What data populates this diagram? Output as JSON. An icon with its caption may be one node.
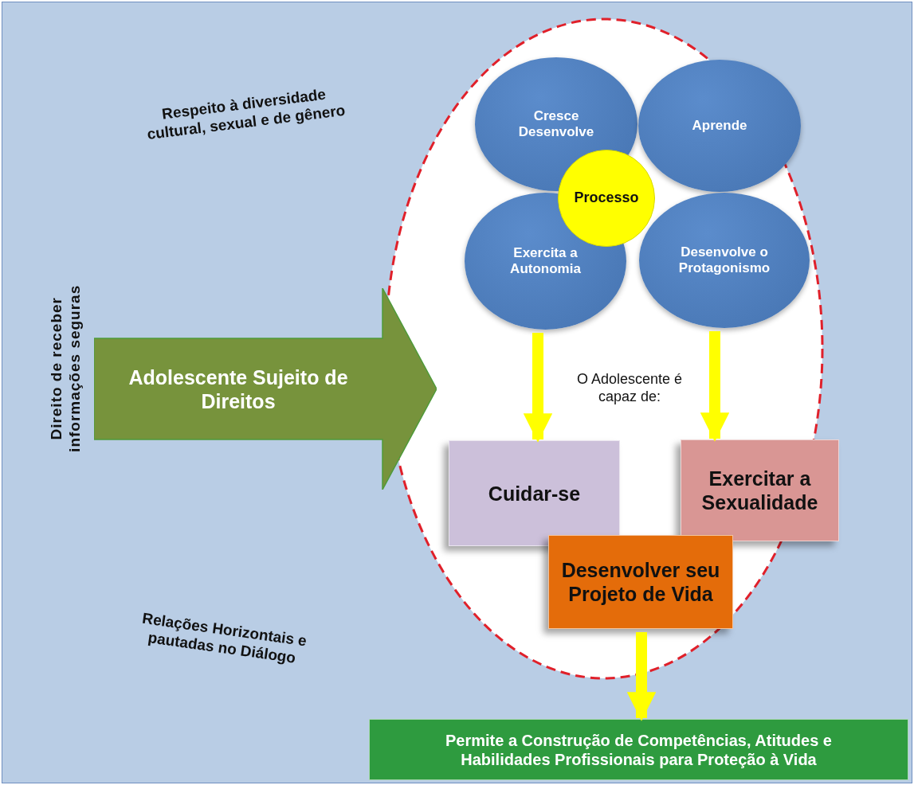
{
  "diagram": {
    "nodes": [
      {
        "text": [],
        "shape": "ellipse"
      },
      {
        "text": [
          "Cresce Desenvolve"
        ],
        "in": 0
      },
      {
        "text": [
          "Aprende"
        ],
        "in": 0
      },
      {
        "text": [
          "Exercita a Autonomia"
        ],
        "in": 0
      },
      {
        "text": [
          "Desenvolve o Protagonismo"
        ],
        "in": 0
      },
      {
        "text": [
          "Processo"
        ],
        "in": 0
      },
      {
        "text": [
          "Cuidar-se"
        ],
        "in": 0
      },
      {
        "text": [
          "Exercitar a Sexualidade"
        ],
        "in": 0
      },
      {
        "text": [
          "Desenvolver seu Projeto de Vida"
        ],
        "in": 0
      },
      {
        "text": [
          "Adolescente Sujeito de Direitos"
        ]
      },
      {
        "text": [
          "Permite a Construção de Competências, Atitudes e Habilidades Profissionais para Proteção à Vida"
        ]
      }
    ],
    "edges": [
      {
        "from": 3,
        "to": 6,
        "arrow": "to"
      },
      {
        "from": 4,
        "to": 7,
        "arrow": "to"
      },
      {
        "from": 8,
        "to": 10,
        "arrow": "to"
      }
    ],
    "labels": [
      "Respeito à diversidade cultural, sexual e de gênero",
      "Direito de receber informações seguras",
      "O Adolescente é capaz de:",
      "Relações Horizontais e pautadas no Diálogo"
    ]
  }
}
